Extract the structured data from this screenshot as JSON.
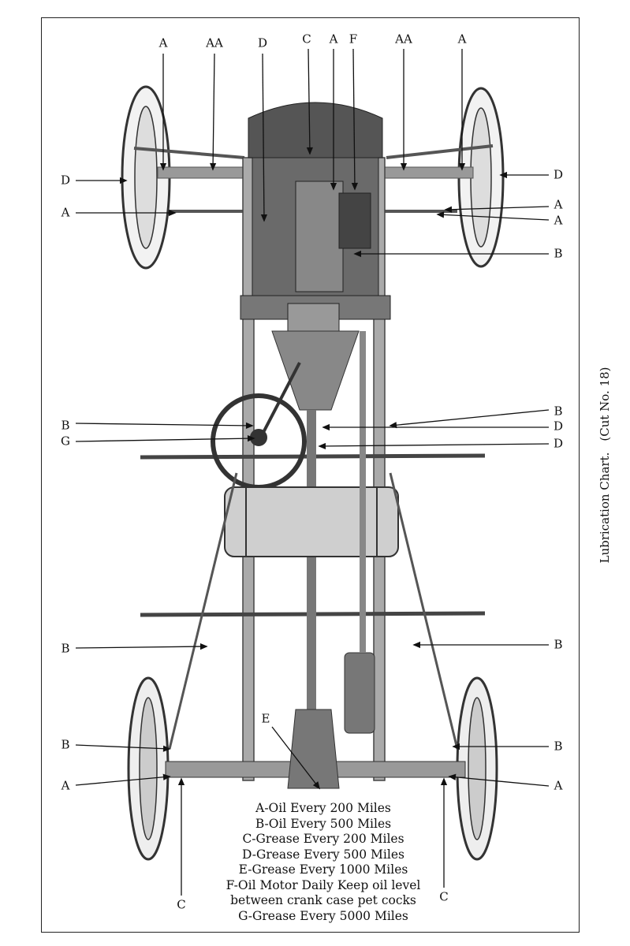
{
  "caption": {
    "title": "Lubrication Chart.",
    "cut": "(Cut No. 18)"
  },
  "callouts": [
    "A",
    "AA",
    "D",
    "C",
    "A",
    "F",
    "AA",
    "A",
    "D",
    "A",
    "B",
    "G",
    "B",
    "B",
    "A",
    "D",
    "A",
    "A",
    "B",
    "B",
    "D",
    "D",
    "B",
    "B",
    "A",
    "E",
    "C",
    "C"
  ],
  "legend": [
    "A-Oil Every 200 Miles",
    "B-Oil Every 500 Miles",
    "C-Grease Every 200 Miles",
    "D-Grease Every 500 Miles",
    "E-Grease Every 1000 Miles",
    "F-Oil Motor Daily  Keep oil level",
    "between crank case  pet cocks",
    "G-Grease Every 5000 Miles"
  ]
}
